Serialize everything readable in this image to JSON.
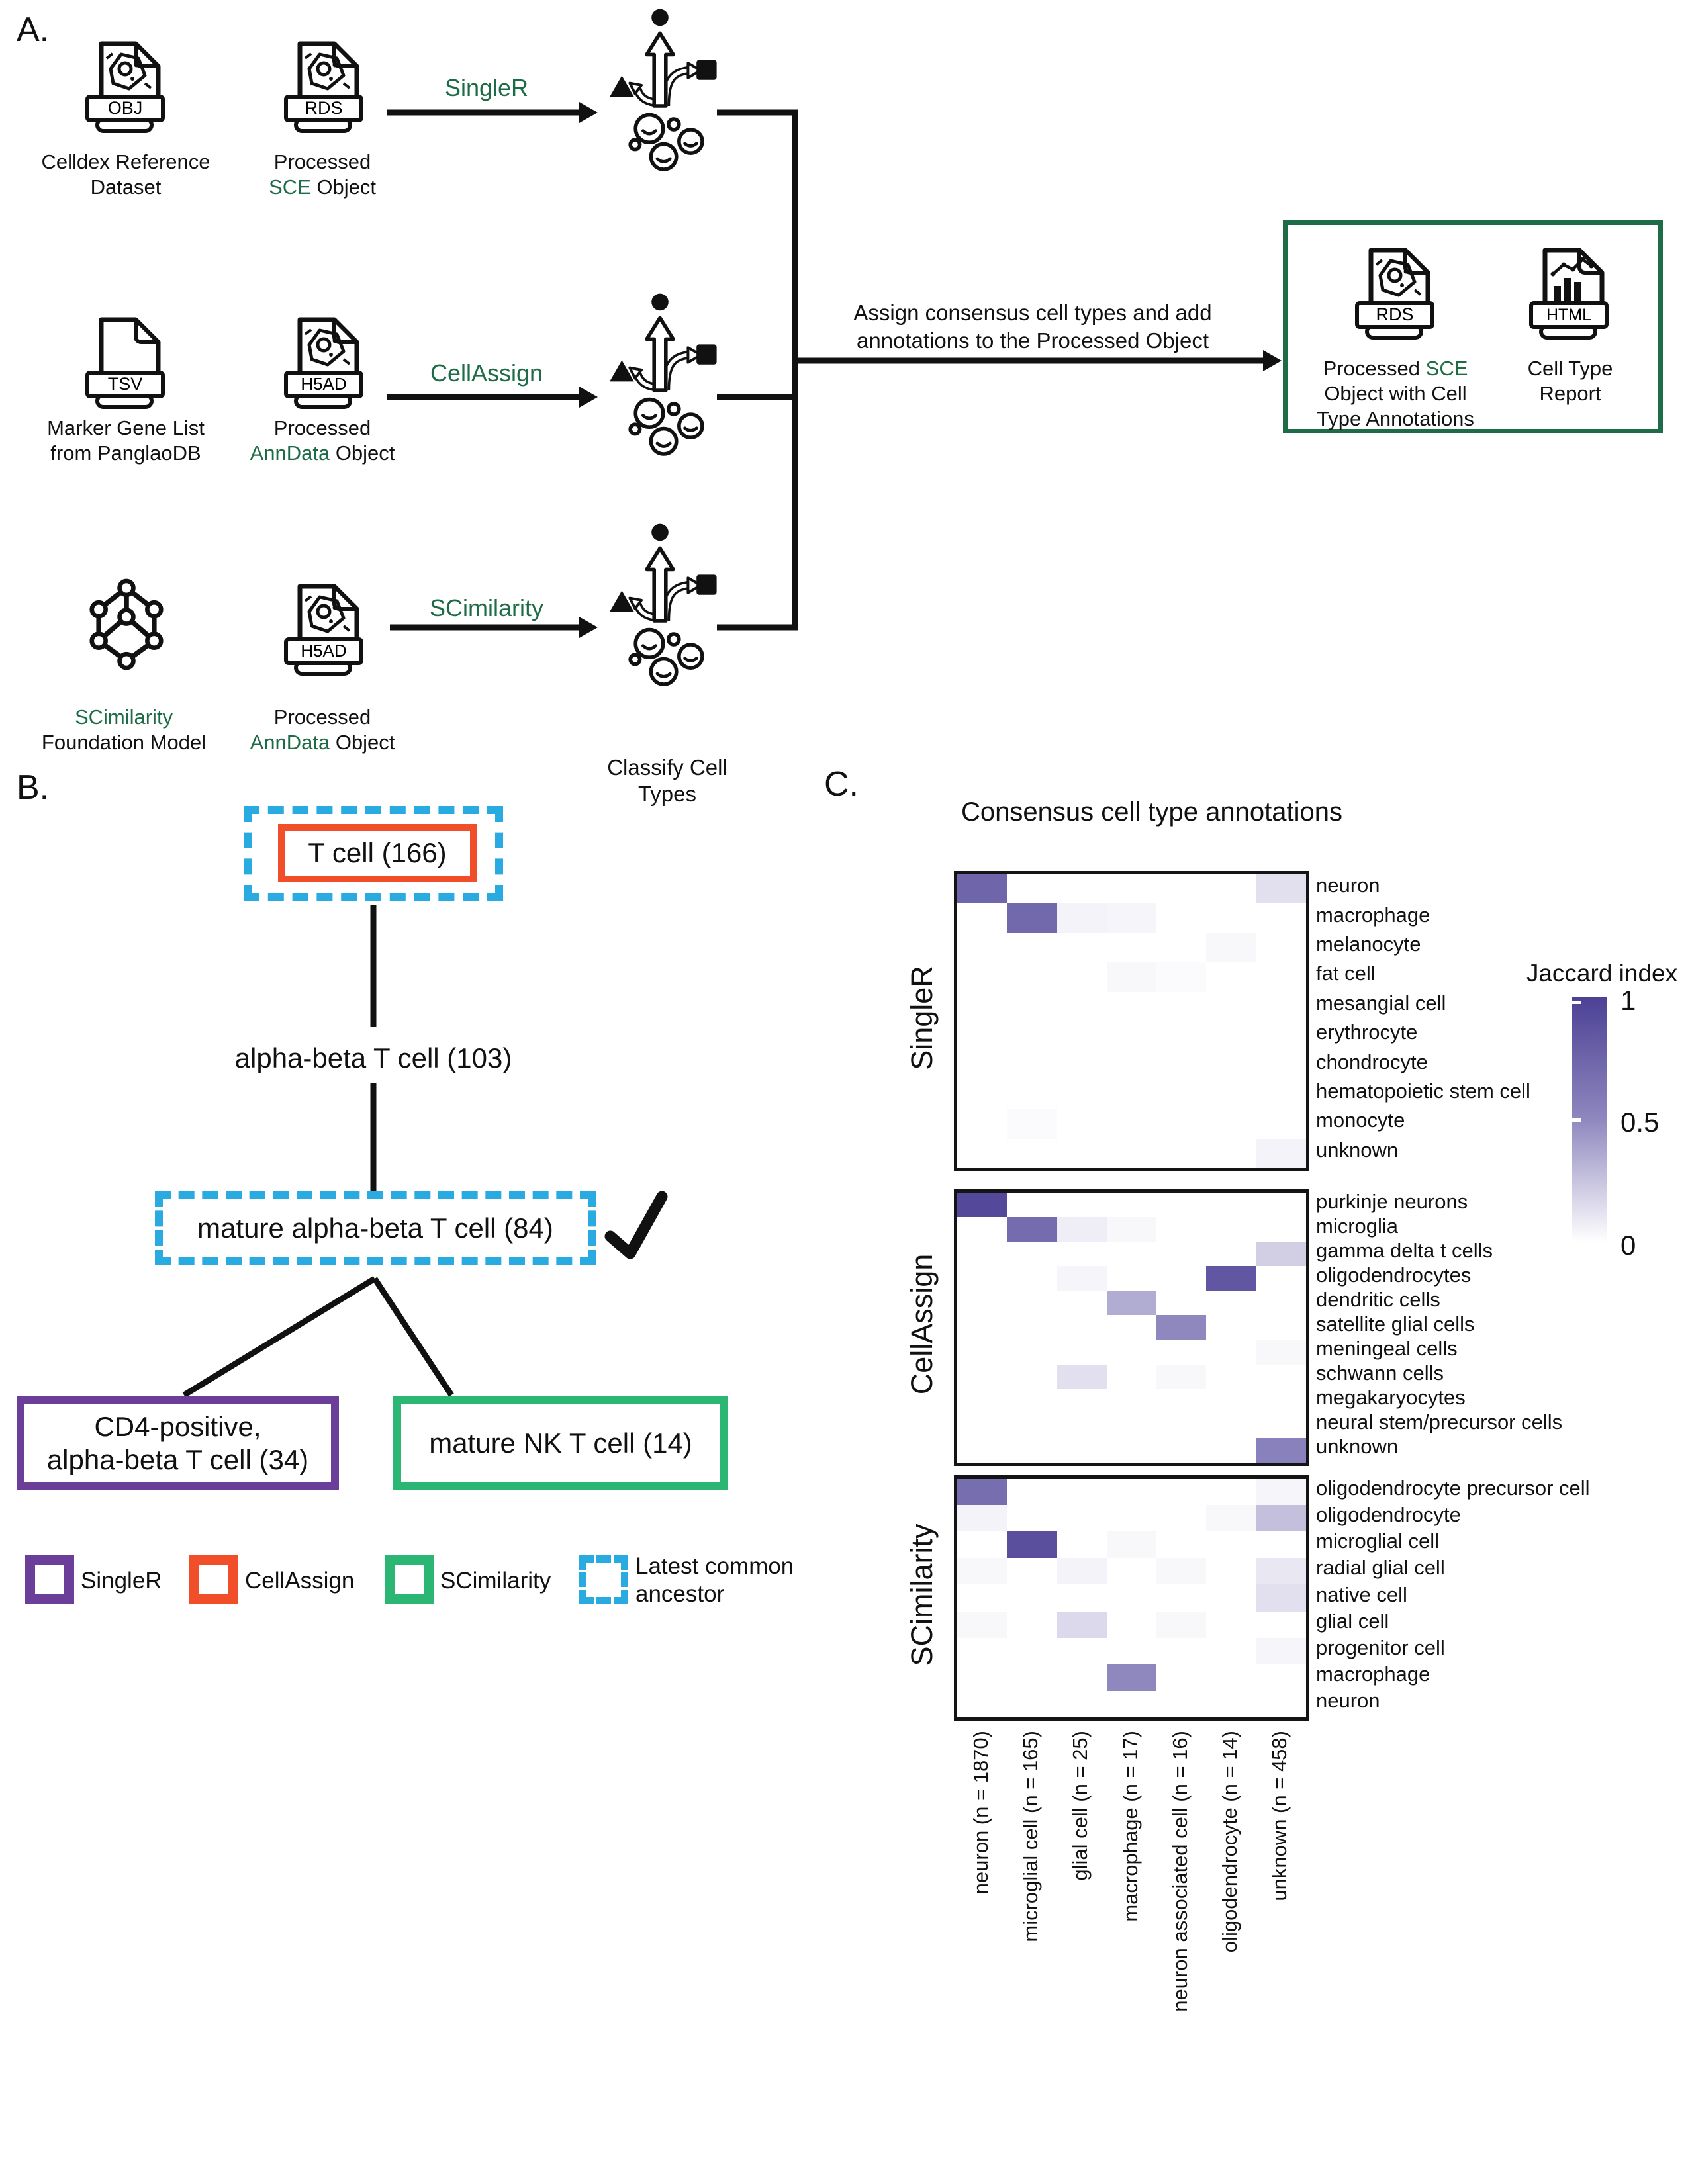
{
  "colors": {
    "green": "#1e6c47",
    "blue": "#29abe2",
    "orange": "#f04f2a",
    "purple": "#6b3e99",
    "box_green": "#2cb673",
    "heat_high": "#4c4195",
    "heat_mid": "#8f88bf",
    "heat_low": "#ffffff"
  },
  "panel_a": {
    "label": "A.",
    "badges": {
      "obj": "OBJ",
      "rds": "RDS",
      "tsv": "TSV",
      "h5ad": "H5AD",
      "html": "HTML"
    },
    "tools": {
      "row1": "SingleR",
      "row2": "CellAssign",
      "row3": "SCimilarity"
    },
    "celldex_l1": "Celldex Reference",
    "celldex_l2": "Dataset",
    "sce_l1": "Processed",
    "sce_green": "SCE",
    "sce_rest": " Object",
    "marker_l1": "Marker Gene List",
    "marker_l2": "from PanglaoDB",
    "anndata_l1": "Processed",
    "anndata_green": "AnnData",
    "anndata_rest": " Object",
    "scim_green": "SCimilarity",
    "scim_l2": "Foundation Model",
    "classify_l1": "Classify Cell",
    "classify_l2": "Types",
    "assign_l1": "Assign consensus cell types and add",
    "assign_l2": "annotations to the Processed Object",
    "out_rds_l1a": "Processed ",
    "out_rds_l1b": "SCE",
    "out_rds_l2": "Object with Cell",
    "out_rds_l3": "Type Annotations",
    "out_html_l1": "Cell Type",
    "out_html_l2": "Report"
  },
  "panel_b": {
    "label": "B.",
    "tcell": "T cell (166)",
    "alpha": "alpha-beta T cell (103)",
    "mature": "mature alpha-beta T cell (84)",
    "cd4_l1": "CD4-positive,",
    "cd4_l2": "alpha-beta T cell (34)",
    "nk": "mature NK T cell (14)",
    "legend": [
      {
        "label": "SingleR",
        "color": "#6b3e99"
      },
      {
        "label": "CellAssign",
        "color": "#f04f2a"
      },
      {
        "label": "SCimilarity",
        "color": "#2cb673"
      },
      {
        "label_l1": "Latest common",
        "label_l2": "ancestor",
        "color": "#29abe2"
      }
    ]
  },
  "panel_c": {
    "label": "C.",
    "title": "Consensus cell type annotations",
    "colorbar": {
      "title": "Jaccard index",
      "ticks": [
        "1",
        "0.5",
        "0"
      ]
    },
    "chart_data": {
      "type": "heatmap",
      "x_categories": [
        "neuron (n = 1870)",
        "microglial cell (n = 165)",
        "glial cell (n = 25)",
        "macrophage (n = 17)",
        "neuron associated cell (n = 16)",
        "oligodendrocyte (n = 14)",
        "unknown (n = 458)"
      ],
      "value_label": "Jaccard index",
      "value_range": [
        0,
        1
      ],
      "heatmaps": [
        {
          "method": "SingleR",
          "rows": [
            {
              "label": "neuron",
              "values": [
                0.75,
                0,
                0,
                0,
                0,
                0,
                0.13
              ]
            },
            {
              "label": "macrophage",
              "values": [
                0,
                0.72,
                0.05,
                0.04,
                0,
                0,
                0
              ]
            },
            {
              "label": "melanocyte",
              "values": [
                0,
                0,
                0,
                0,
                0,
                0.03,
                0
              ]
            },
            {
              "label": "fat cell",
              "values": [
                0,
                0,
                0,
                0.03,
                0.02,
                0,
                0
              ]
            },
            {
              "label": "mesangial cell",
              "values": [
                0,
                0,
                0,
                0,
                0,
                0,
                0
              ]
            },
            {
              "label": "erythrocyte",
              "values": [
                0,
                0,
                0,
                0,
                0,
                0,
                0
              ]
            },
            {
              "label": "chondrocyte",
              "values": [
                0,
                0,
                0,
                0,
                0,
                0,
                0
              ]
            },
            {
              "label": "hematopoietic stem cell",
              "values": [
                0,
                0,
                0,
                0,
                0,
                0,
                0
              ]
            },
            {
              "label": "monocyte",
              "values": [
                0,
                0.02,
                0,
                0,
                0,
                0,
                0
              ]
            },
            {
              "label": "unknown",
              "values": [
                0,
                0,
                0,
                0,
                0,
                0,
                0.05
              ]
            }
          ]
        },
        {
          "method": "CellAssign",
          "rows": [
            {
              "label": "purkinje neurons",
              "values": [
                0.95,
                0,
                0,
                0,
                0,
                0,
                0
              ]
            },
            {
              "label": "microglia",
              "values": [
                0,
                0.7,
                0.07,
                0.03,
                0,
                0,
                0
              ]
            },
            {
              "label": "gamma delta t cells",
              "values": [
                0,
                0,
                0,
                0,
                0,
                0,
                0.2
              ]
            },
            {
              "label": "oligodendrocytes",
              "values": [
                0,
                0,
                0.04,
                0,
                0,
                0.85,
                0
              ]
            },
            {
              "label": "dendritic cells",
              "values": [
                0,
                0,
                0,
                0.35,
                0,
                0,
                0
              ]
            },
            {
              "label": "satellite glial cells",
              "values": [
                0,
                0,
                0,
                0,
                0.5,
                0,
                0
              ]
            },
            {
              "label": "meningeal cells",
              "values": [
                0,
                0,
                0,
                0,
                0,
                0,
                0.03
              ]
            },
            {
              "label": "schwann cells",
              "values": [
                0,
                0,
                0.13,
                0,
                0.03,
                0,
                0
              ]
            },
            {
              "label": "megakaryocytes",
              "values": [
                0,
                0,
                0,
                0,
                0,
                0,
                0
              ]
            },
            {
              "label": "neural stem/precursor cells",
              "values": [
                0,
                0,
                0,
                0,
                0,
                0,
                0
              ]
            },
            {
              "label": "unknown",
              "values": [
                0,
                0,
                0,
                0,
                0,
                0,
                0.55
              ]
            }
          ]
        },
        {
          "method": "SCimilarity",
          "rows": [
            {
              "label": "oligodendrocyte precursor cell",
              "values": [
                0.68,
                0,
                0,
                0,
                0,
                0,
                0.04
              ]
            },
            {
              "label": "oligodendrocyte",
              "values": [
                0.05,
                0,
                0,
                0,
                0,
                0.03,
                0.27
              ]
            },
            {
              "label": "microglial cell",
              "values": [
                0,
                0.9,
                0,
                0.03,
                0,
                0,
                0
              ]
            },
            {
              "label": "radial glial cell",
              "values": [
                0.03,
                0,
                0.05,
                0,
                0.03,
                0,
                0.1
              ]
            },
            {
              "label": "native cell",
              "values": [
                0,
                0,
                0,
                0,
                0,
                0,
                0.13
              ]
            },
            {
              "label": "glial cell",
              "values": [
                0.03,
                0,
                0.16,
                0,
                0.03,
                0,
                0
              ]
            },
            {
              "label": "progenitor cell",
              "values": [
                0,
                0,
                0,
                0,
                0,
                0,
                0.04
              ]
            },
            {
              "label": "macrophage",
              "values": [
                0,
                0,
                0,
                0.5,
                0,
                0,
                0
              ]
            },
            {
              "label": "neuron",
              "values": [
                0,
                0,
                0,
                0,
                0,
                0,
                0
              ]
            }
          ]
        }
      ]
    }
  }
}
